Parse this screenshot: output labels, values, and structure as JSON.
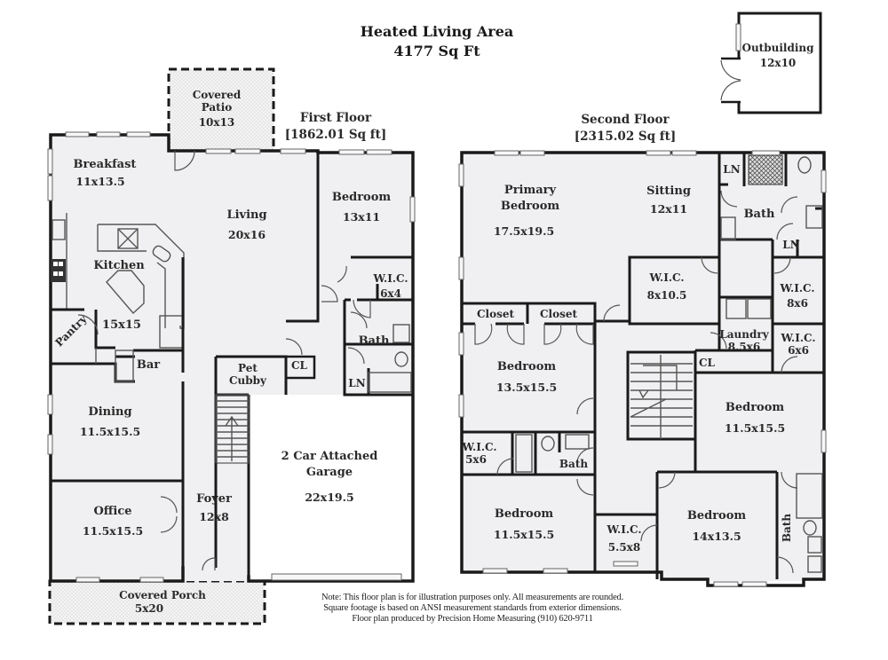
{
  "header": {
    "title": "Heated Living Area",
    "total_area": "4177 Sq Ft"
  },
  "outbuilding": {
    "name": "Outbuilding",
    "dims": "12x10"
  },
  "first_floor": {
    "title": "First Floor",
    "area": "[1862.01 Sq ft]",
    "rooms": {
      "covered_patio": {
        "name": "Covered Patio",
        "line1": "Covered",
        "line2": "Patio",
        "dims": "10x13"
      },
      "breakfast": {
        "name": "Breakfast",
        "dims": "11x13.5"
      },
      "living": {
        "name": "Living",
        "dims": "20x16"
      },
      "bedroom": {
        "name": "Bedroom",
        "dims": "13x11"
      },
      "kitchen": {
        "name": "Kitchen",
        "dims": "15x15"
      },
      "wic": {
        "name": "W.I.C.",
        "dims": "6x4"
      },
      "pantry": {
        "name": "Pantry"
      },
      "bar": {
        "name": "Bar"
      },
      "bath": {
        "name": "Bath"
      },
      "pet_cubby": {
        "name": "Pet Cubby",
        "line1": "Pet",
        "line2": "Cubby"
      },
      "cl": {
        "name": "CL"
      },
      "ln": {
        "name": "LN"
      },
      "dining": {
        "name": "Dining",
        "dims": "11.5x15.5"
      },
      "garage": {
        "name": "2 Car Attached Garage",
        "line1": "2 Car Attached",
        "line2": "Garage",
        "dims": "22x19.5"
      },
      "foyer": {
        "name": "Foyer",
        "dims": "12x8"
      },
      "office": {
        "name": "Office",
        "dims": "11.5x15.5"
      },
      "covered_porch": {
        "name": "Covered Porch",
        "dims": "5x20"
      }
    }
  },
  "second_floor": {
    "title": "Second Floor",
    "area": "[2315.02 Sq ft]",
    "rooms": {
      "primary_bedroom": {
        "name": "Primary Bedroom",
        "line1": "Primary",
        "line2": "Bedroom",
        "dims": "17.5x19.5"
      },
      "sitting": {
        "name": "Sitting",
        "dims": "12x11"
      },
      "ln_top": {
        "name": "LN"
      },
      "primary_bath": {
        "name": "Bath"
      },
      "ln_bath": {
        "name": "LN"
      },
      "wic_primary": {
        "name": "W.I.C.",
        "dims": "8x10.5"
      },
      "wic_8x6": {
        "name": "W.I.C.",
        "dims": "8x6"
      },
      "closet1": {
        "name": "Closet"
      },
      "closet2": {
        "name": "Closet"
      },
      "laundry": {
        "name": "Laundry",
        "dims": "8.5x6"
      },
      "wic_6x6": {
        "name": "W.I.C.",
        "dims": "6x6"
      },
      "cl": {
        "name": "CL"
      },
      "bedroom_a": {
        "name": "Bedroom",
        "dims": "13.5x15.5"
      },
      "bedroom_b": {
        "name": "Bedroom",
        "dims": "11.5x15.5"
      },
      "wic_5x6": {
        "name": "W.I.C.",
        "dims": "5x6"
      },
      "bath_mid": {
        "name": "Bath"
      },
      "bedroom_c": {
        "name": "Bedroom",
        "dims": "11.5x15.5"
      },
      "wic_5_5x8": {
        "name": "W.I.C.",
        "dims": "5.5x8"
      },
      "bedroom_d": {
        "name": "Bedroom",
        "dims": "14x13.5"
      },
      "bath_right": {
        "name": "Bath"
      }
    }
  },
  "footer": {
    "note_line1": "Note: This floor plan is for illustration purposes only. All measurements are  rounded.",
    "note_line2": "Square footage is based on ANSI measurement standards from exterior dimensions.",
    "note_line3": "Floor plan produced by Precision Home Measuring (910) 620-9711"
  }
}
